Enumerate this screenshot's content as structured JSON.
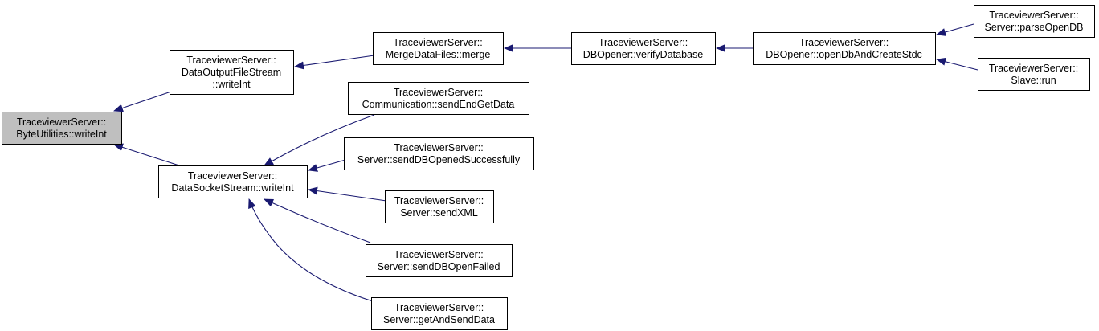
{
  "colors": {
    "edge": "#191970",
    "node_border": "#000000",
    "node_fill": "#ffffff",
    "focus_fill": "#bfbfbf"
  },
  "nodes": [
    {
      "id": "byteutilities-writeint",
      "focus": true,
      "lines": [
        "TraceviewerServer::",
        "ByteUtilities::writeInt"
      ]
    },
    {
      "id": "dataoutputfilestream-writeint",
      "lines": [
        "TraceviewerServer::",
        "DataOutputFileStream",
        "::writeInt"
      ]
    },
    {
      "id": "datasocketstream-writeint",
      "lines": [
        "TraceviewerServer::",
        "DataSocketStream::writeInt"
      ]
    },
    {
      "id": "mergedatafiles-merge",
      "lines": [
        "TraceviewerServer::",
        "MergeDataFiles::merge"
      ]
    },
    {
      "id": "dbopener-verifydatabase",
      "lines": [
        "TraceviewerServer::",
        "DBOpener::verifyDatabase"
      ]
    },
    {
      "id": "dbopener-opendbandcreatestdc",
      "lines": [
        "TraceviewerServer::",
        "DBOpener::openDbAndCreateStdc"
      ]
    },
    {
      "id": "server-parseopendb",
      "lines": [
        "TraceviewerServer::",
        "Server::parseOpenDB"
      ]
    },
    {
      "id": "slave-run",
      "lines": [
        "TraceviewerServer::",
        "Slave::run"
      ]
    },
    {
      "id": "communication-sendendgetdata",
      "lines": [
        "TraceviewerServer::",
        "Communication::sendEndGetData"
      ]
    },
    {
      "id": "server-senddbopenedsuccessfully",
      "lines": [
        "TraceviewerServer::",
        "Server::sendDBOpenedSuccessfully"
      ]
    },
    {
      "id": "server-sendxml",
      "lines": [
        "TraceviewerServer::",
        "Server::sendXML"
      ]
    },
    {
      "id": "server-senddbopenfailed",
      "lines": [
        "TraceviewerServer::",
        "Server::sendDBOpenFailed"
      ]
    },
    {
      "id": "server-getandsenddata",
      "lines": [
        "TraceviewerServer::",
        "Server::getAndSendData"
      ]
    }
  ],
  "edges": [
    {
      "from": "dataoutputfilestream-writeint",
      "to": "byteutilities-writeint"
    },
    {
      "from": "datasocketstream-writeint",
      "to": "byteutilities-writeint"
    },
    {
      "from": "mergedatafiles-merge",
      "to": "dataoutputfilestream-writeint"
    },
    {
      "from": "dbopener-verifydatabase",
      "to": "mergedatafiles-merge"
    },
    {
      "from": "dbopener-opendbandcreatestdc",
      "to": "dbopener-verifydatabase"
    },
    {
      "from": "server-parseopendb",
      "to": "dbopener-opendbandcreatestdc"
    },
    {
      "from": "slave-run",
      "to": "dbopener-opendbandcreatestdc"
    },
    {
      "from": "communication-sendendgetdata",
      "to": "datasocketstream-writeint"
    },
    {
      "from": "server-senddbopenedsuccessfully",
      "to": "datasocketstream-writeint"
    },
    {
      "from": "server-sendxml",
      "to": "datasocketstream-writeint"
    },
    {
      "from": "server-senddbopenfailed",
      "to": "datasocketstream-writeint"
    },
    {
      "from": "server-getandsenddata",
      "to": "datasocketstream-writeint"
    }
  ]
}
